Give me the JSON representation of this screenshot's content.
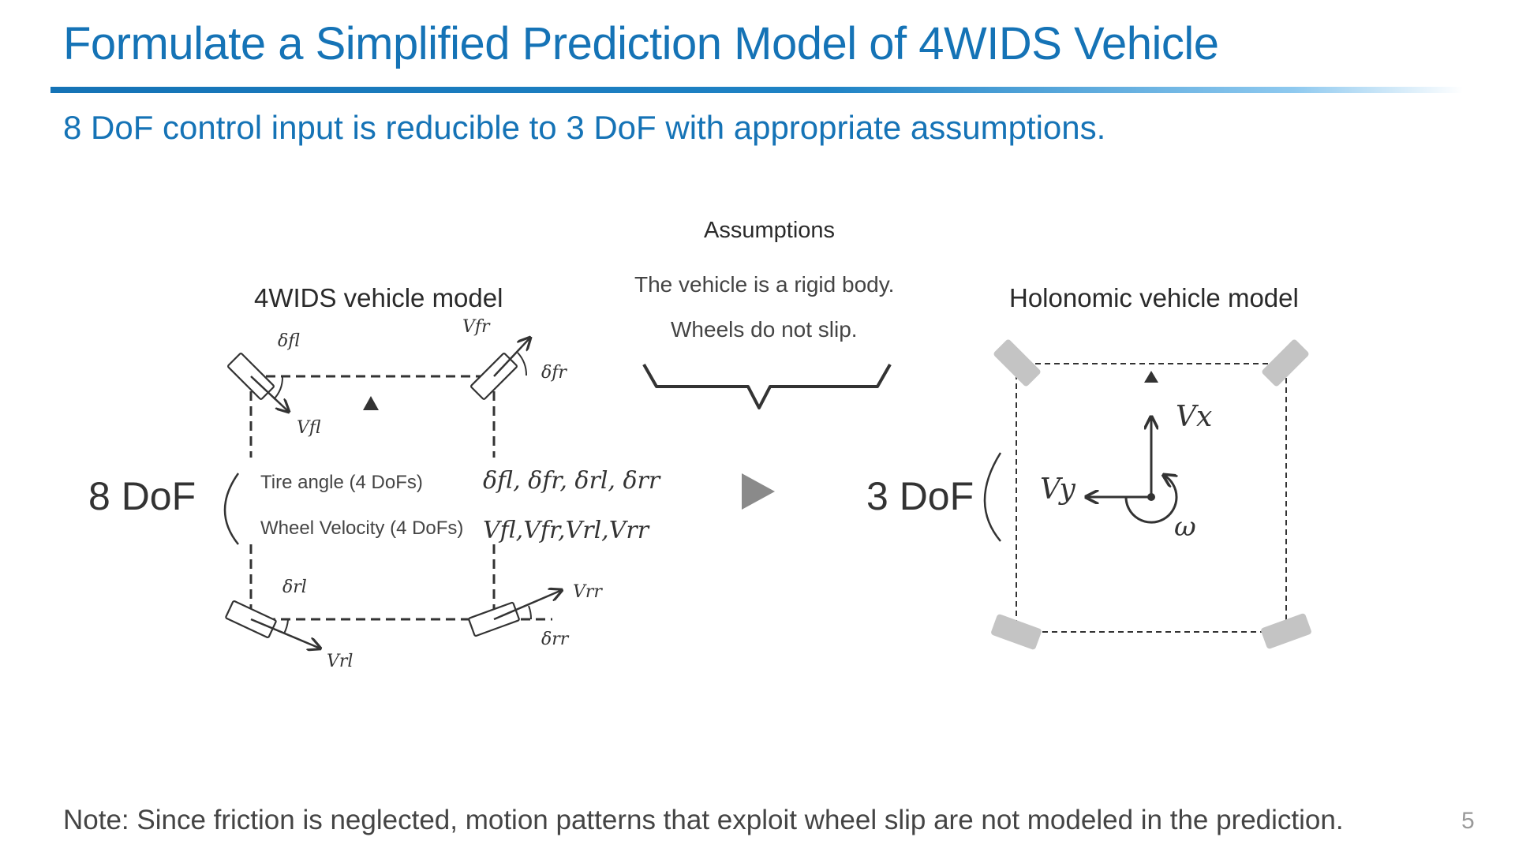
{
  "slide": {
    "title": "Formulate a Simplified Prediction Model of 4WIDS Vehicle",
    "subtitle": "8 DoF control input is reducible to 3 DoF with appropriate assumptions.",
    "note": "Note: Since friction is neglected, motion patterns that exploit wheel slip are not modeled in the prediction.",
    "page_number": "5"
  },
  "left_model": {
    "heading": "4WIDS vehicle model",
    "dof_label": "8 DoF",
    "tire_angle_label": "Tire angle (4 DoFs)",
    "wheel_velocity_label": "Wheel Velocity (4 DoFs)",
    "tire_angle_vars": "δfl, δfr, δrl, δrr",
    "wheel_velocity_vars": "Vfl,Vfr,Vrl,Vrr",
    "labels": {
      "delta_fl": "δfl",
      "delta_fr": "δfr",
      "delta_rl": "δrl",
      "delta_rr": "δrr",
      "v_fl": "Vfl",
      "v_fr": "Vfr",
      "v_rl": "Vrl",
      "v_rr": "Vrr"
    }
  },
  "assumptions": {
    "heading": "Assumptions",
    "items": [
      "The vehicle is a rigid body.",
      "Wheels do not slip."
    ]
  },
  "right_model": {
    "heading": "Holonomic vehicle model",
    "dof_label": "3 DoF",
    "vx": "Vx",
    "vy": "Vy",
    "omega": "ω"
  },
  "colors": {
    "accent": "#1573b6",
    "wheel_gray": "#c4c4c4",
    "arrow_gray": "#8a8a8a",
    "line": "#333333"
  }
}
